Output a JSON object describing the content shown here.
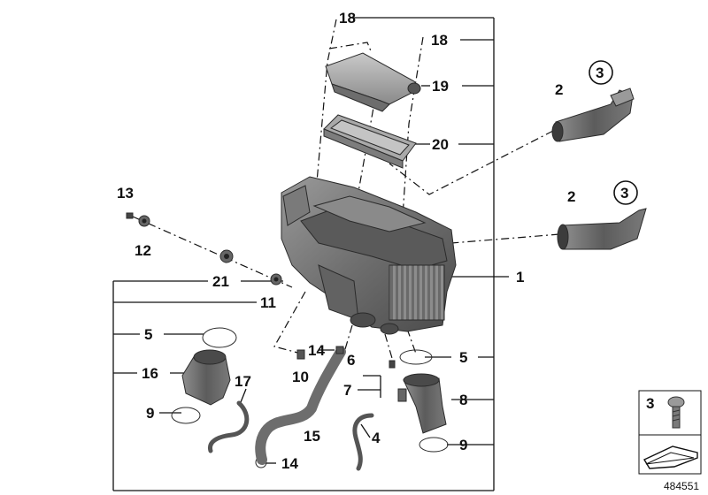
{
  "labels": {
    "p1": "1",
    "p2a": "2",
    "p2b": "2",
    "p3a": "3",
    "p3b": "3",
    "p4": "4",
    "p5a": "5",
    "p5b": "5",
    "p6": "6",
    "p7": "7",
    "p8": "8",
    "p9a": "9",
    "p9b": "9",
    "p10": "10",
    "p11": "11",
    "p12": "12",
    "p13": "13",
    "p14a": "14",
    "p14b": "14",
    "p15": "15",
    "p16": "16",
    "p17": "17",
    "p18a": "18",
    "p18b": "18",
    "p19": "19",
    "p20": "20",
    "p21": "21"
  },
  "legend": {
    "item_number": "3"
  },
  "document_number": "484551",
  "colors": {
    "part_dark": "#5a5a5a",
    "part_mid": "#8a8a8a",
    "part_light": "#b8b8b8",
    "line": "#111111"
  }
}
